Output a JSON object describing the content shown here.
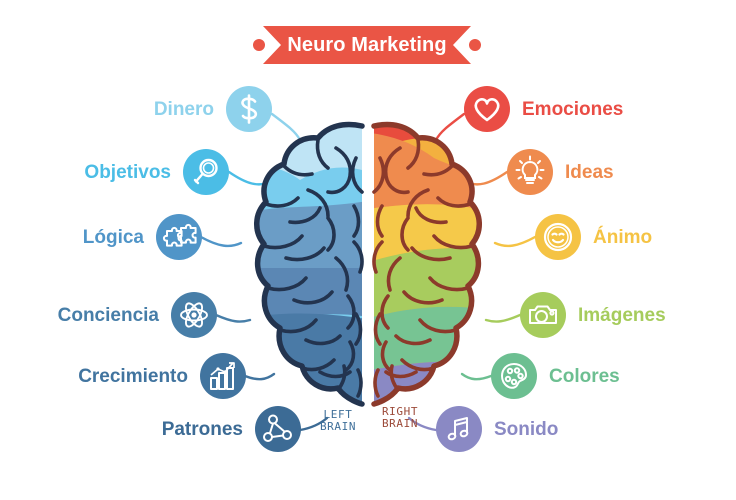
{
  "banner": {
    "title": "Neuro Marketing",
    "color": "#ea5545"
  },
  "hemispheres": {
    "left": {
      "caption_line1": "LEFT",
      "caption_line2": "BRAIN",
      "color": "#3f6f99"
    },
    "right": {
      "caption_line1": "RIGHT",
      "caption_line2": "BRAIN",
      "color": "#9c4a39"
    }
  },
  "left_items": [
    {
      "label": "Dinero",
      "icon": "dollar-icon",
      "color": "#8ed2ec"
    },
    {
      "label": "Objetivos",
      "icon": "magnifier-icon",
      "color": "#4bbde6"
    },
    {
      "label": "Lógica",
      "icon": "puzzle-icon",
      "color": "#5095c8"
    },
    {
      "label": "Conciencia",
      "icon": "atom-icon",
      "color": "#477ea8"
    },
    {
      "label": "Crecimiento",
      "icon": "bar-chart-icon",
      "color": "#41749f"
    },
    {
      "label": "Patrones",
      "icon": "network-nodes-icon",
      "color": "#3c6b95"
    }
  ],
  "right_items": [
    {
      "label": "Emociones",
      "icon": "heart-icon",
      "color": "#ea4d45"
    },
    {
      "label": "Ideas",
      "icon": "lightbulb-icon",
      "color": "#ef8b4e"
    },
    {
      "label": "Ánimo",
      "icon": "smiley-icon",
      "color": "#f5c344"
    },
    {
      "label": "Imágenes",
      "icon": "camera-icon",
      "color": "#a6cc5c"
    },
    {
      "label": "Colores",
      "icon": "palette-icon",
      "color": "#6cbf91"
    },
    {
      "label": "Sonido",
      "icon": "music-note-icon",
      "color": "#8a89c4"
    }
  ],
  "brain": {
    "outline_left_color": "#23344f",
    "outline_right_color": "#8c3a2b",
    "left_bands": [
      "#bfe4f5",
      "#79cdee",
      "#57b6e2",
      "#6b9dc6",
      "#5b87b4",
      "#4a7aa6"
    ],
    "right_bands": [
      "#e84c3d",
      "#ef8b4e",
      "#f3b03f",
      "#f5c94a",
      "#a8cc5e",
      "#77c493",
      "#8a89c4"
    ]
  }
}
